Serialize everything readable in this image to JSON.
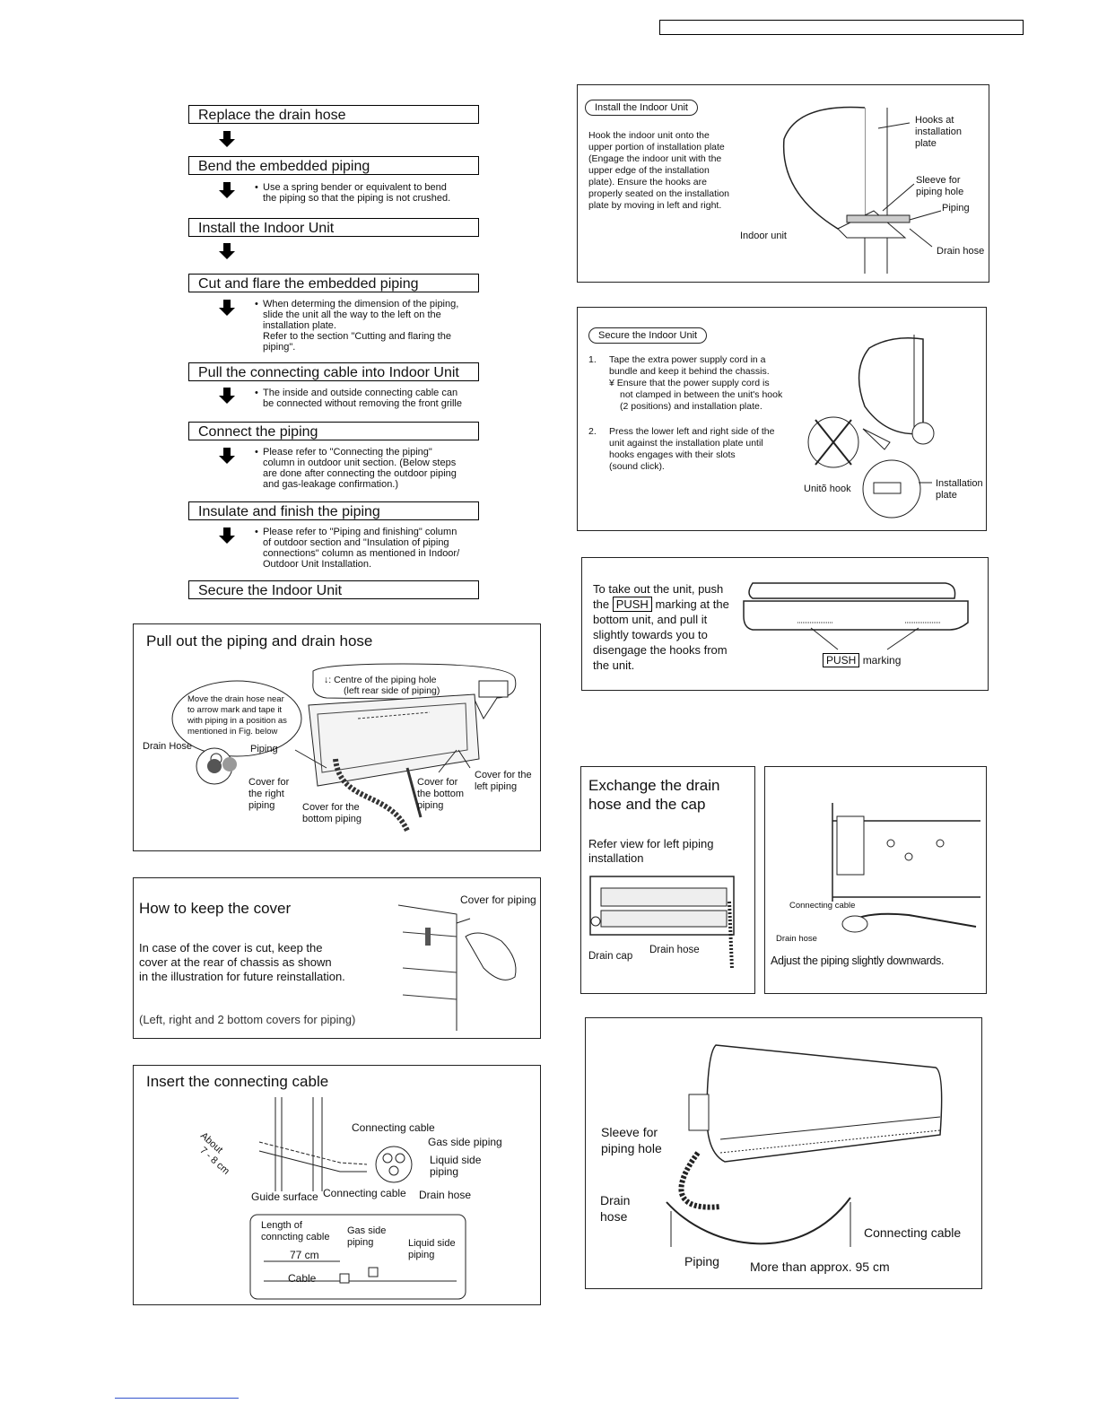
{
  "flow": {
    "steps": [
      "Replace the drain hose",
      "Bend the embedded piping",
      "Install the Indoor Unit",
      "Cut and flare the embedded piping",
      "Pull the connecting cable into Indoor Unit",
      "Connect the piping",
      "Insulate and finish the piping",
      "Secure the Indoor Unit"
    ],
    "notes": {
      "bend": [
        "Use a spring bender or equivalent to bend",
        "the piping so that the piping is not crushed."
      ],
      "cut": [
        "When determing the dimension of the piping,",
        "slide the unit all the way to the left on the",
        "installation plate.",
        "Refer to the section \"Cutting and flaring the",
        "piping\"."
      ],
      "pull": [
        "The inside and outside connecting cable can",
        "be connected without removing the front grille"
      ],
      "connect": [
        "Please refer to \"Connecting the piping\"",
        "column in outdoor unit section. (Below steps",
        "are done after connecting the outdoor piping",
        "and gas-leakage confirmation.)"
      ],
      "insulate": [
        "Please refer to \"Piping and finishing\" column",
        "of outdoor section and \"Insulation of piping",
        "connections\" column as mentioned in Indoor/",
        "Outdoor Unit Installation."
      ]
    }
  },
  "pull_out": {
    "title": "Pull out the piping and drain hose",
    "bubble": [
      "Move the drain hose near",
      "to arrow mark and tape it",
      "with piping in a position as",
      "mentioned in Fig. below"
    ],
    "centre": [
      "↓: Centre of the piping hole",
      "(left rear side of piping)"
    ],
    "labels": {
      "drain_hose": "Drain Hose",
      "piping": "Piping",
      "cover_right": [
        "Cover for",
        "the right",
        "piping"
      ],
      "cover_bottom_piping": [
        "Cover for the",
        "bottom piping"
      ],
      "cover_bottom": [
        "Cover for",
        "the bottom",
        "piping"
      ],
      "cover_left": [
        "Cover for the",
        "left piping"
      ]
    }
  },
  "keep_cover": {
    "title": "How to keep the cover",
    "body": [
      "In case of the cover is cut, keep the",
      "cover at the rear of chassis as shown",
      "in the illustration for future reinstallation."
    ],
    "note": "(Left, right and 2 bottom covers for piping)",
    "label": "Cover for piping"
  },
  "insert_cable": {
    "title": "Insert the connecting cable",
    "labels": {
      "about": "About",
      "dist": "7 - 8 cm",
      "connecting_cable": "Connecting cable",
      "gas": "Gas side piping",
      "liquid": [
        "Liquid side",
        "piping"
      ],
      "guide": "Guide surface",
      "connecting_cable2": "Connecting cable",
      "drain": "Drain hose",
      "length": [
        "Length of",
        "conncting cable"
      ],
      "gas2": [
        "Gas side",
        "piping"
      ],
      "liquid2": [
        "Liquid side",
        "piping"
      ],
      "len_value": "77 cm",
      "cable": "Cable"
    }
  },
  "install_indoor": {
    "pill": "Install the Indoor Unit",
    "body": [
      "Hook the indoor unit onto the",
      "upper portion of installation plate",
      "(Engage the indoor unit with the",
      "upper edge of the installation",
      "plate). Ensure the hooks are",
      "properly seated on the installation",
      "plate by moving in left and right."
    ],
    "labels": {
      "hooks": [
        "Hooks at",
        "installation",
        "plate"
      ],
      "sleeve": [
        "Sleeve for",
        "piping hole"
      ],
      "piping": "Piping",
      "indoor": "Indoor unit",
      "drain": "Drain hose"
    }
  },
  "secure_indoor": {
    "pill": "Secure the Indoor Unit",
    "item1_num": "1.",
    "item1": [
      "Tape the extra power supply cord in a",
      "bundle and keep it behind the chassis."
    ],
    "item1_note": [
      "¥  Ensure that the power supply cord is",
      "not clamped in between the unit's hook",
      "(2 positions) and installation plate."
    ],
    "item2_num": "2.",
    "item2": [
      "Press the lower left and right side of the",
      "unit against the installation plate until",
      "hooks engages with their slots",
      "(sound click)."
    ],
    "labels": {
      "unit_hook": "Unitõ hook",
      "install_plate": [
        "Installation",
        "plate"
      ]
    }
  },
  "take_out": {
    "lines": [
      "To take out the unit, push",
      "the",
      "marking at the",
      "bottom unit, and pull it",
      "slightly towards you to",
      "disengage the hooks from",
      "the unit."
    ],
    "push": "PUSH",
    "push_label": "marking"
  },
  "exchange": {
    "title": [
      "Exchange the drain",
      "hose and the cap"
    ],
    "refer": [
      "Refer view for left piping",
      "installation"
    ],
    "drain_cap": "Drain cap",
    "drain_hose": "Drain hose"
  },
  "adjust": {
    "connecting": "Connecting cable",
    "drain": "Drain hose",
    "caption": "Adjust the piping slightly downwards."
  },
  "final": {
    "sleeve": [
      "Sleeve for",
      "piping hole"
    ],
    "drain": [
      "Drain",
      "hose"
    ],
    "connecting": "Connecting cable",
    "piping": "Piping",
    "more": "More than approx. 95 cm"
  }
}
